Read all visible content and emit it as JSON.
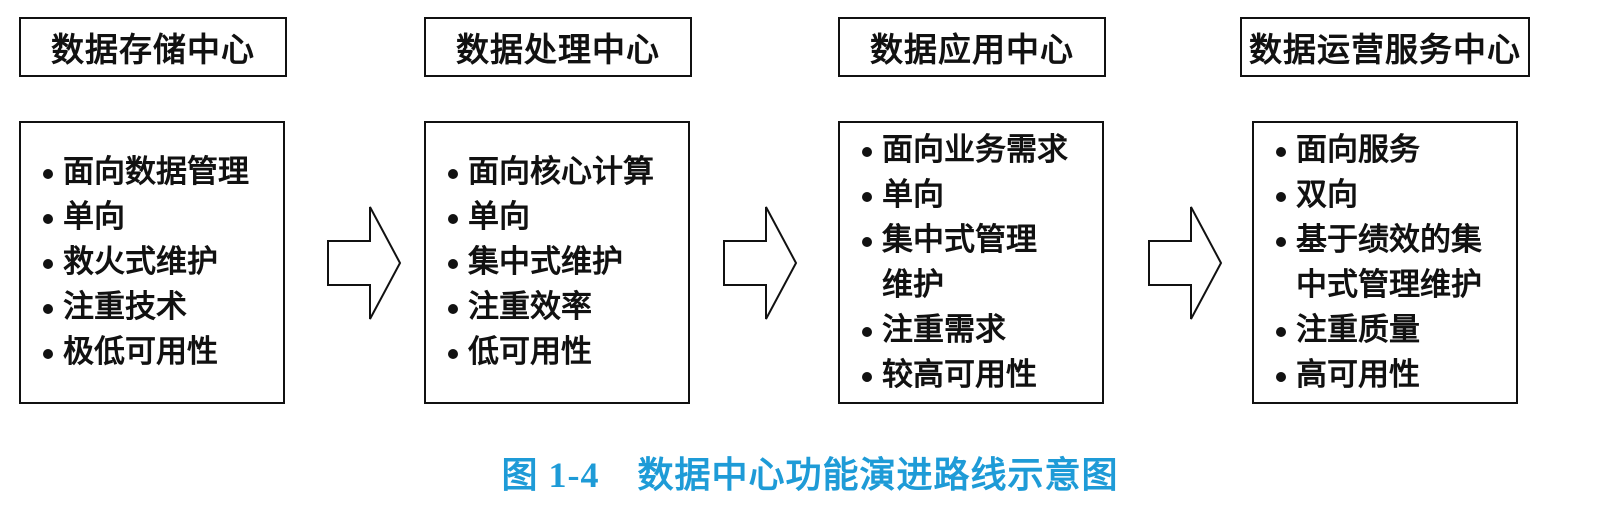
{
  "stages": [
    {
      "title": "数据存储中心",
      "items": [
        "面向数据管理",
        "单向",
        "救火式维护",
        "注重技术",
        "极低可用性"
      ]
    },
    {
      "title": "数据处理中心",
      "items": [
        "面向核心计算",
        "单向",
        "集中式维护",
        "注重效率",
        "低可用性"
      ]
    },
    {
      "title": "数据应用中心",
      "items": [
        "面向业务需求",
        "单向",
        [
          "集中式管理",
          "维护"
        ],
        "注重需求",
        "较高可用性"
      ]
    },
    {
      "title": "数据运营服务中心",
      "items": [
        "面向服务",
        "双向",
        [
          "基于绩效的集",
          "中式管理维护"
        ],
        "注重质量",
        "高可用性"
      ]
    }
  ],
  "caption": {
    "number": "图 1-4",
    "text": "数据中心功能演进路线示意图",
    "color": "#1e9bd7"
  }
}
